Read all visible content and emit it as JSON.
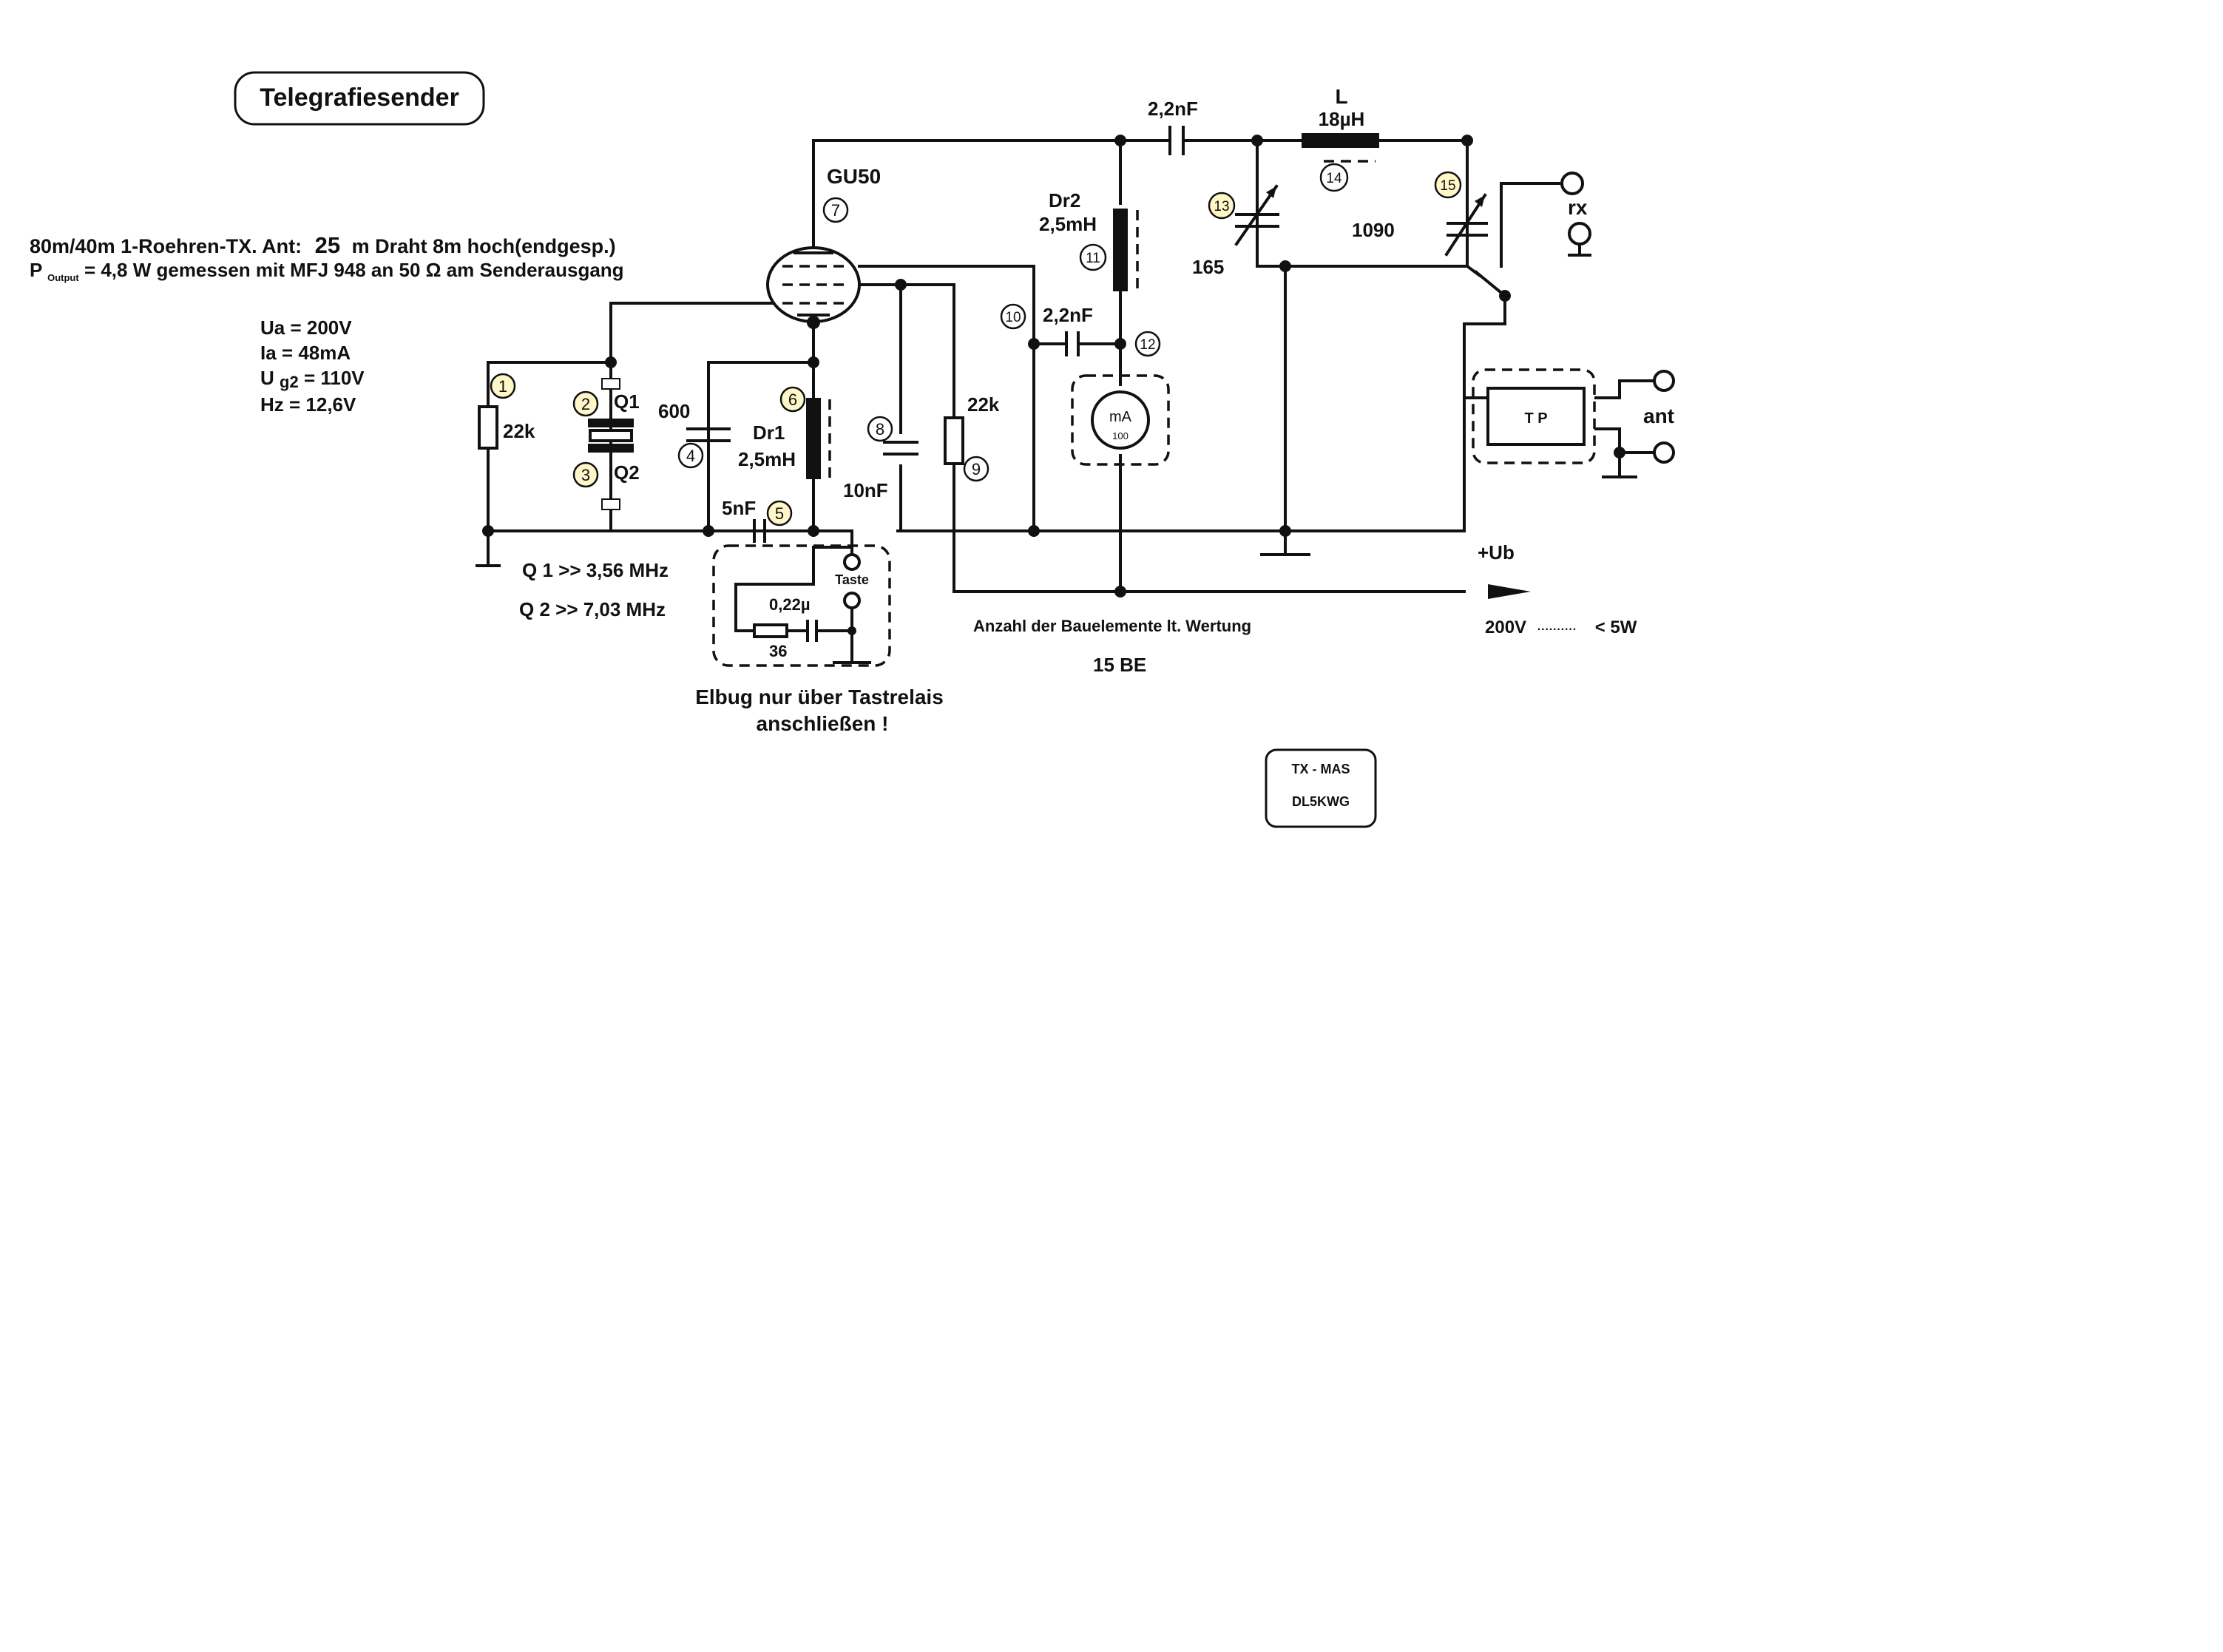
{
  "title": "Telegrafiesender",
  "info": {
    "line1_a": "80m/40m 1-Roehren-TX.  Ant:",
    "line1_b": "25",
    "line1_c": "m Draht 8m hoch(endgesp.)",
    "line2_p": "P",
    "line2_sub": "Output",
    "line2_rest": " = 4,8 W gemessen mit MFJ 948 an 50 Ω am Senderausgang"
  },
  "specs": {
    "ua": "Ua = 200V",
    "ia": "Ia = 48mA",
    "ug2_u": "U",
    "ug2_sub": "g2",
    "ug2_rest": " = 110V",
    "hz": "Hz = 12,6V"
  },
  "crystals": {
    "q1": "Q 1 >> 3,56 MHz",
    "q2": "Q 2 >> 7,03 MHz"
  },
  "components": {
    "tube": "GU50",
    "r1": "22k",
    "q1": "Q1",
    "q2": "Q2",
    "c4": "600",
    "dr1_name": "Dr1",
    "dr1_value": "2,5mH",
    "c5": "5nF",
    "c8": "10nF",
    "r9": "22k",
    "c10": "2,2nF",
    "dr2_name": "Dr2",
    "dr2_value": "2,5mH",
    "c_out": "2,2nF",
    "l_name": "L",
    "l_value": "18µH",
    "c13": "165",
    "c15": "1090",
    "meter": "mA",
    "meter_range": "100",
    "tp": "T P",
    "rx": "rx",
    "ant": "ant",
    "key": "Taste",
    "key_c": "0,22µ",
    "key_r": "36"
  },
  "numbers": [
    "1",
    "2",
    "3",
    "4",
    "5",
    "6",
    "7",
    "8",
    "9",
    "10",
    "11",
    "12",
    "13",
    "14",
    "15"
  ],
  "supply": {
    "ub": "+Ub",
    "voltage": "200V",
    "dots": "··········",
    "power": "< 5W"
  },
  "notes": {
    "count_title": "Anzahl der Bauelemente lt. Wertung",
    "count_value": "15  BE",
    "elbug_1": "Elbug nur über Tastrelais",
    "elbug_2": "anschließen !"
  },
  "stamp": {
    "line1": "TX - MAS",
    "line2": "DL5KWG"
  }
}
